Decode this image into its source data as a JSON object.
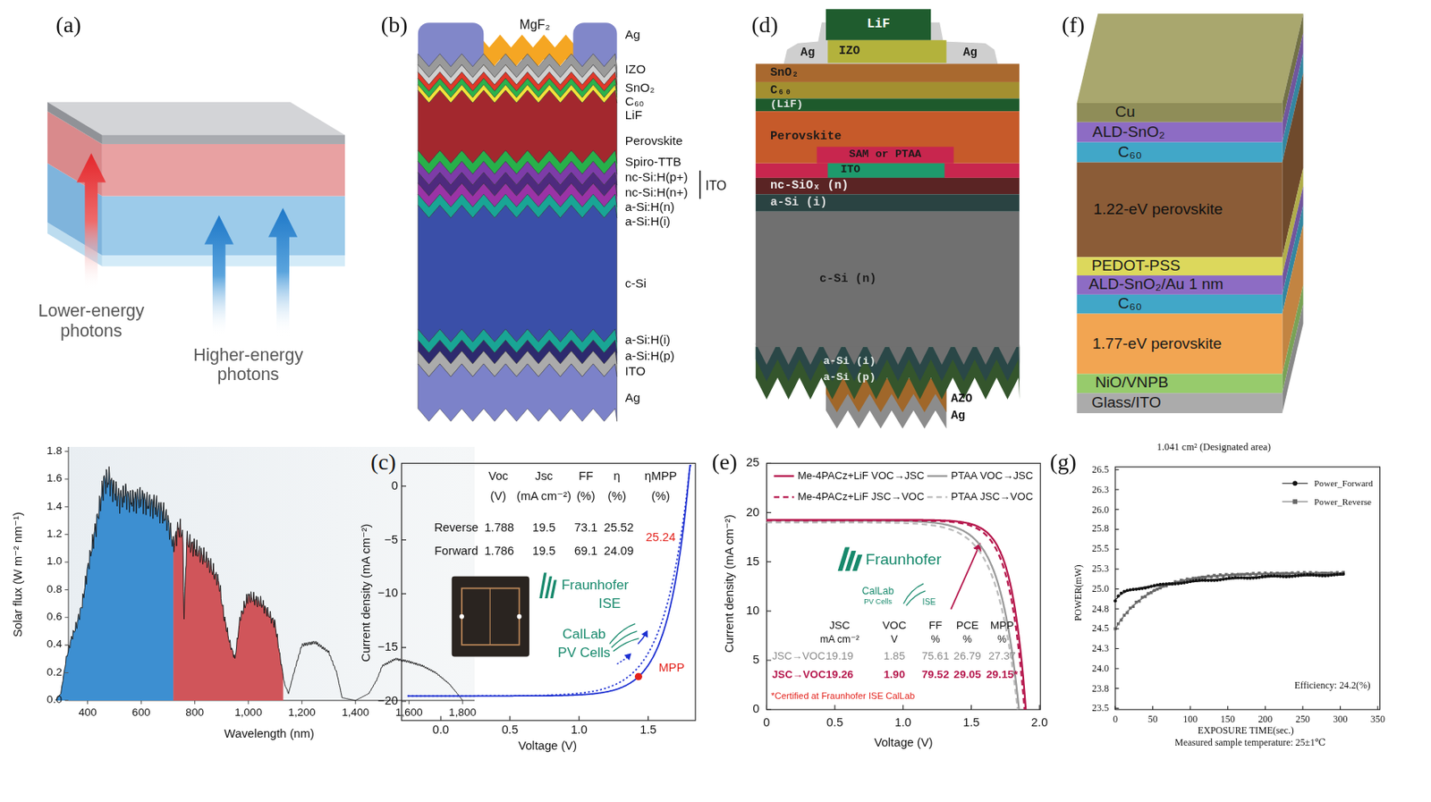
{
  "diagram": {
    "nodes": [
      {
        "text": [
          "LiF"
        ]
      },
      {
        "text": [
          "Ag"
        ]
      },
      {
        "text": [
          "IZO"
        ]
      },
      {
        "text": [
          "Ag"
        ]
      },
      {
        "text": [
          "SnO₂"
        ]
      },
      {
        "text": [
          "C₆₀"
        ]
      },
      {
        "text": [
          "(LiF)"
        ]
      },
      {
        "text": [
          "Perovskite"
        ]
      },
      {
        "text": [
          "SAM or PTAA"
        ]
      },
      {
        "text": [
          "ITO"
        ]
      },
      {
        "text": [
          "nc-SiOₓ (n)"
        ]
      },
      {
        "text": [
          "a-Si (i)"
        ]
      },
      {
        "text": [
          "c-Si (n)"
        ]
      },
      {
        "text": [
          "a-Si (i)"
        ]
      },
      {
        "text": [
          "a-Si (p)"
        ]
      },
      {
        "text": [
          "Cu"
        ]
      },
      {
        "text": [
          "ALD-SnO₂"
        ]
      },
      {
        "text": [
          "C₆₀"
        ]
      },
      {
        "text": [
          "1.22-eV perovskite"
        ]
      },
      {
        "text": [
          "PEDOT-PSS"
        ]
      },
      {
        "text": [
          "ALD-SnO₂/Au 1 nm"
        ]
      },
      {
        "text": [
          "C₆₀"
        ]
      },
      {
        "text": [
          "1.77-eV perovskite"
        ]
      },
      {
        "text": [
          "NiO/VNPB"
        ]
      },
      {
        "text": [
          "Glass/ITO"
        ]
      }
    ],
    "labels": [
      "(a)",
      "(b)",
      "(d)",
      "(f)",
      "(c)",
      "(e)",
      "(g)",
      "Lower-energy photons",
      "Higher-energy photons",
      "0.0",
      "0.2",
      "0.4",
      "0.6",
      "0.8",
      "1.0",
      "1.2",
      "1.4",
      "1.6",
      "1.8",
      "400",
      "600",
      "800",
      "1,000",
      "1,200",
      "1,400",
      "1,600",
      "1,800",
      "Wavelength (nm)",
      "Solar flux (W m⁻² nm⁻¹)",
      "MgF₂",
      "Ag",
      "IZO",
      "SnO₂",
      "C₆₀",
      "LiF",
      "Perovskite",
      "Spiro-TTB",
      "nc-Si:H(p+)",
      "nc-Si:H(n+)",
      "a-Si:H(n)",
      "a-Si:H(i)",
      "c-Si",
      "a-Si:H(i)",
      "a-Si:H(p)",
      "ITO",
      "Ag",
      "ITO",
      "Voc",
      "(V)",
      "Jsc",
      "(mA cm⁻²)",
      "FF",
      "(%)",
      "η",
      "(%)",
      "ηMPP",
      "(%)",
      "Reverse",
      "1.788",
      "19.5",
      "73.1",
      "25.52",
      "Forward",
      "1.786",
      "19.5",
      "69.1",
      "24.09",
      "25.24",
      "Fraunhofer",
      "ISE",
      "CalLab",
      "PV Cells",
      "MPP",
      "0",
      "−5",
      "−10",
      "−15",
      "−20",
      "0.0",
      "0.5",
      "1.0",
      "1.5",
      "Voltage (V)",
      "Current density (mA cm⁻²)",
      "AZO",
      "Ag",
      "JSC",
      "mA cm⁻²",
      "VOC",
      "V",
      "FF",
      "%",
      "PCE",
      "%",
      "MPP",
      "%",
      "JSC→VOC",
      "19.19",
      "1.85",
      "75.61",
      "26.79",
      "27.37",
      "JSC→VOC",
      "19.26",
      "1.90",
      "79.52",
      "29.05",
      "29.15*",
      "*Certified at Fraunhofer ISE CalLab",
      "Fraunhofer",
      "CalLab",
      "PV Cells",
      "ISE",
      "0",
      "5",
      "10",
      "15",
      "20",
      "25",
      "0",
      "0.5",
      "1.0",
      "1.5",
      "2.0",
      "Voltage (V)",
      "Current density (mA cm⁻²)",
      "1.041 cm² (Designated area)",
      "26.5",
      "26.3",
      "26.0",
      "25.8",
      "25.5",
      "25.3",
      "25.0",
      "24.8",
      "24.5",
      "24.3",
      "24.0",
      "23.8",
      "23.5",
      "0",
      "50",
      "100",
      "150",
      "200",
      "250",
      "300",
      "350",
      "EXPOSURE TIME(sec.)",
      "Measured sample temperature: 25±1℃",
      "POWER(mW)",
      "Efficiency: 24.2(%)"
    ],
    "legend": [
      {
        "text": "Me-4PACz+LiF VOC→JSC"
      },
      {
        "text": "Me-4PACz+LiF JSC→VOC"
      },
      {
        "text": "PTAA VOC→JSC"
      },
      {
        "text": "PTAA JSC→VOC"
      },
      {
        "text": "Power_Forward"
      },
      {
        "text": "Power_Reverse"
      }
    ]
  }
}
